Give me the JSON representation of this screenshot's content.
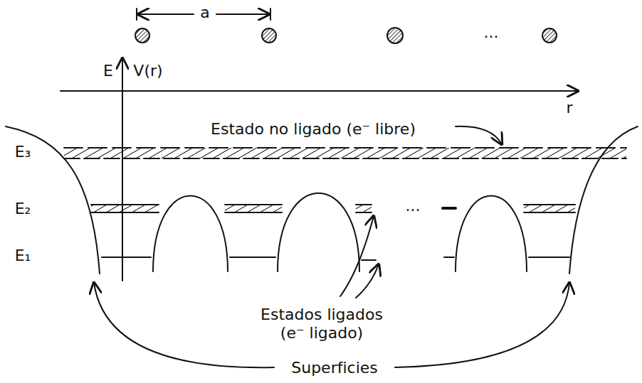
{
  "diagram": {
    "labels": [
      "a",
      "...",
      "E",
      "V(r)",
      "r",
      "Estado no ligado (e⁻ libre)",
      "E₃",
      "E₂",
      "E₁",
      "...",
      "Estados ligados (e⁻ ligado)",
      "Superficies"
    ]
  }
}
